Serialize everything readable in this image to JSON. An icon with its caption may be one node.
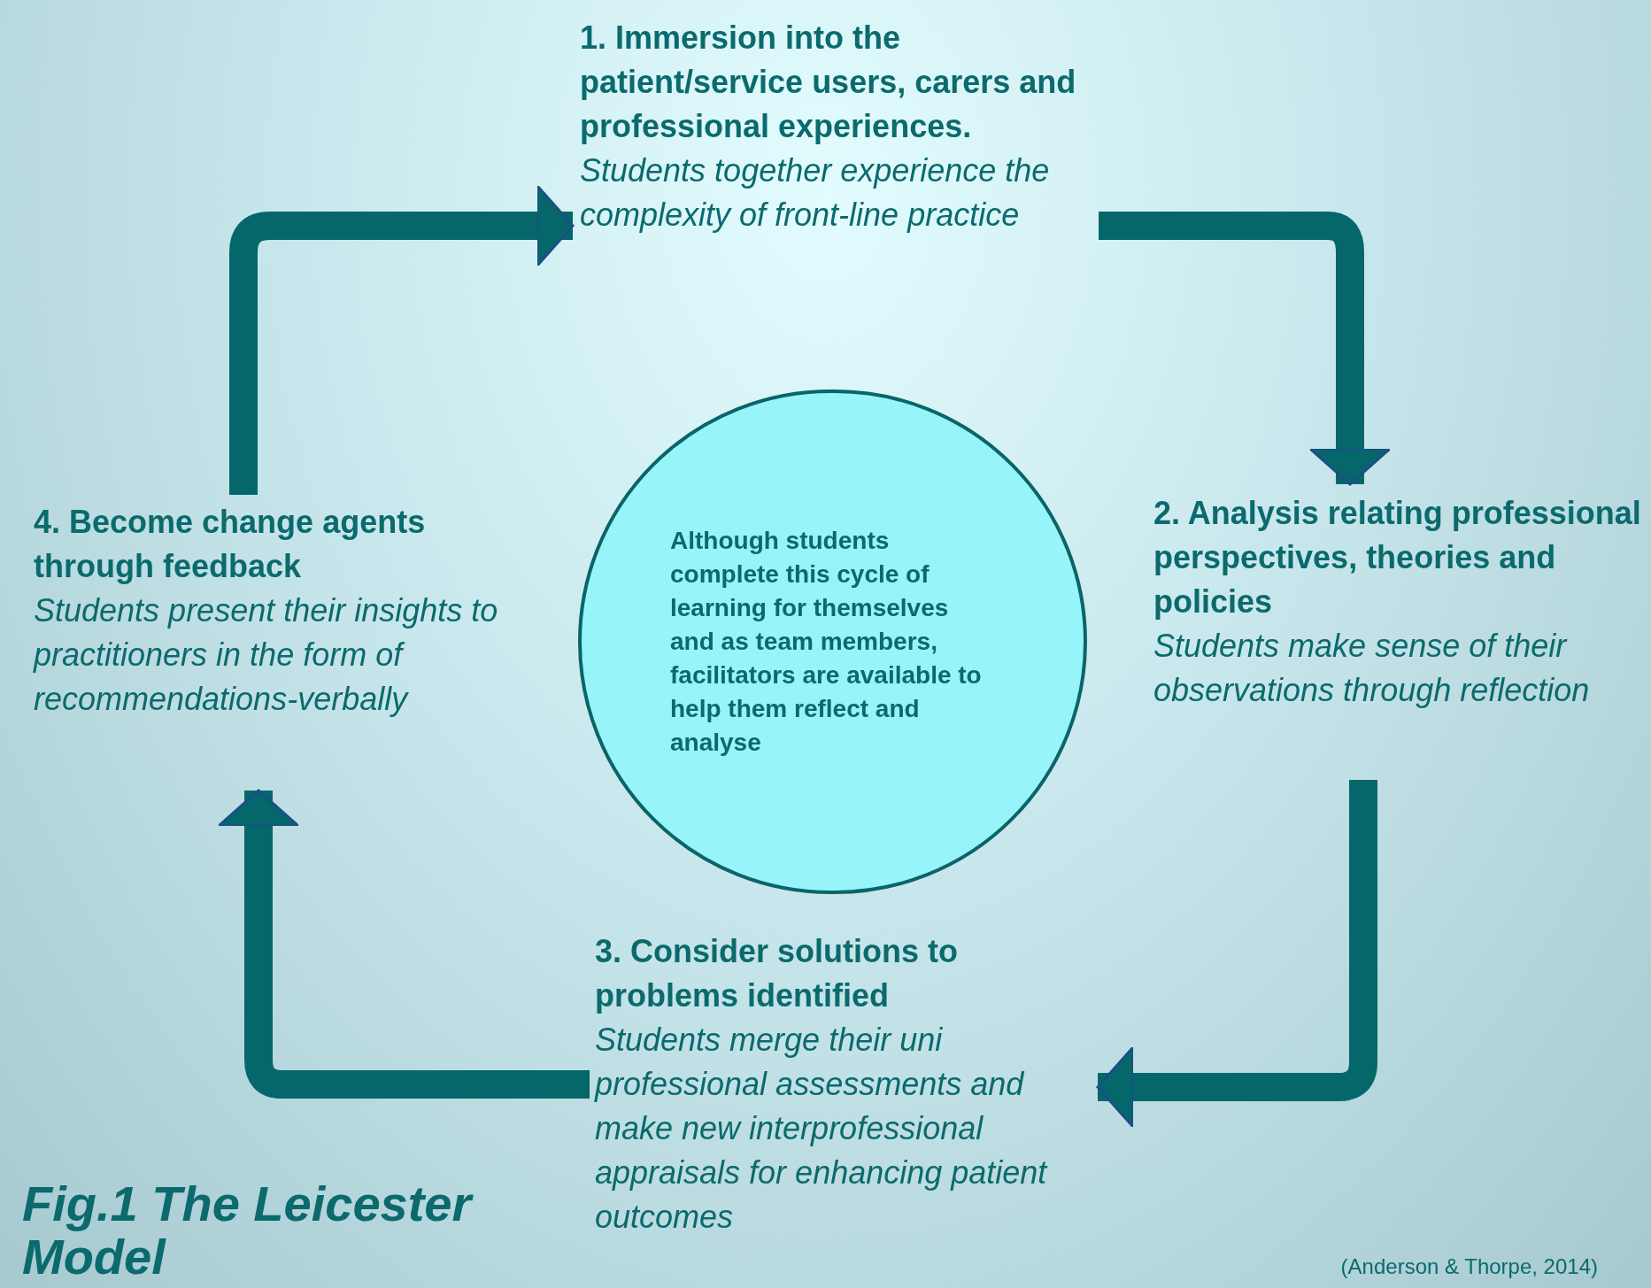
{
  "diagram": {
    "title": "Fig.1 The Leicester Model",
    "nodes": [
      {
        "text": [
          "1. Immersion into the patient/service users, carers and professional experiences.",
          "Students together experience the complexity of front-line practice"
        ]
      },
      {
        "text": [
          "4. Become change agents through feedback",
          "Students present their insights to practitioners in the form of recommendations-verbally"
        ]
      },
      {
        "text": [
          "Although students complete this cycle of learning for themselves and as team members, facilitators are available to help them reflect and analyse"
        ]
      },
      {
        "text": [
          "2. Analysis relating professional perspectives, theories and policies",
          "Students make sense of their observations through reflection"
        ]
      },
      {
        "text": [
          "3. Consider solutions to problems identified",
          "Students merge their uni professional assessments and make new interprofessional appraisals for enhancing patient outcomes"
        ]
      }
    ],
    "edges": [
      {
        "from": 1,
        "to": 0,
        "arrow": "to"
      },
      {
        "from": 0,
        "to": 3,
        "arrow": "to"
      },
      {
        "from": 3,
        "to": 4,
        "arrow": "to"
      },
      {
        "from": 4,
        "to": 1,
        "arrow": "to"
      }
    ],
    "labels": [
      "(Anderson & Thorpe, 2014)"
    ]
  }
}
